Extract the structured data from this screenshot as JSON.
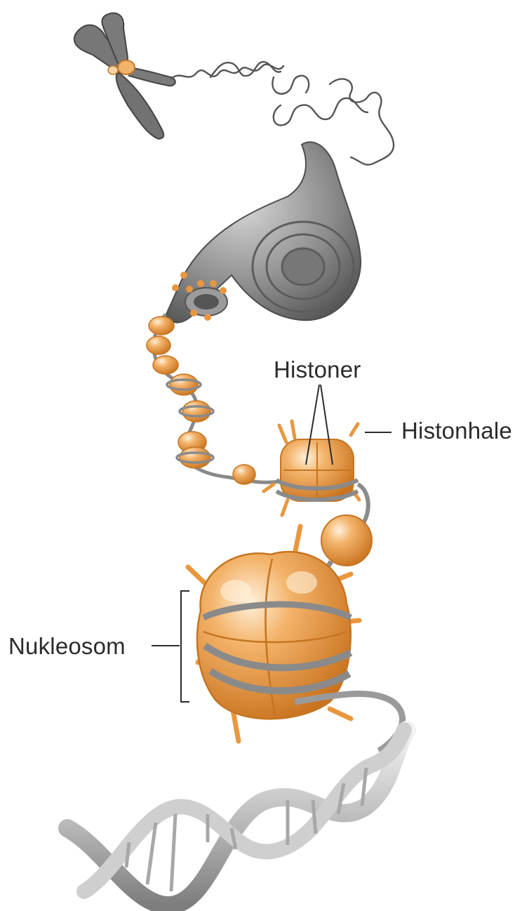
{
  "labels": {
    "histoner": "Histoner",
    "histonhale": "Histonhale",
    "nukleosom": "Nukleosom"
  },
  "colors": {
    "histone_orange": "#e9973f",
    "histone_highlight": "#ffe0b8",
    "dna_gray": "#9a9a9a",
    "chromatin_dark": "#6e6e6e",
    "leader_line": "#2b2b2b"
  },
  "icons": {
    "chromosome": "chromosome-icon",
    "dna_helix": "dna-double-helix-icon",
    "nucleosome": "nucleosome-icon"
  }
}
